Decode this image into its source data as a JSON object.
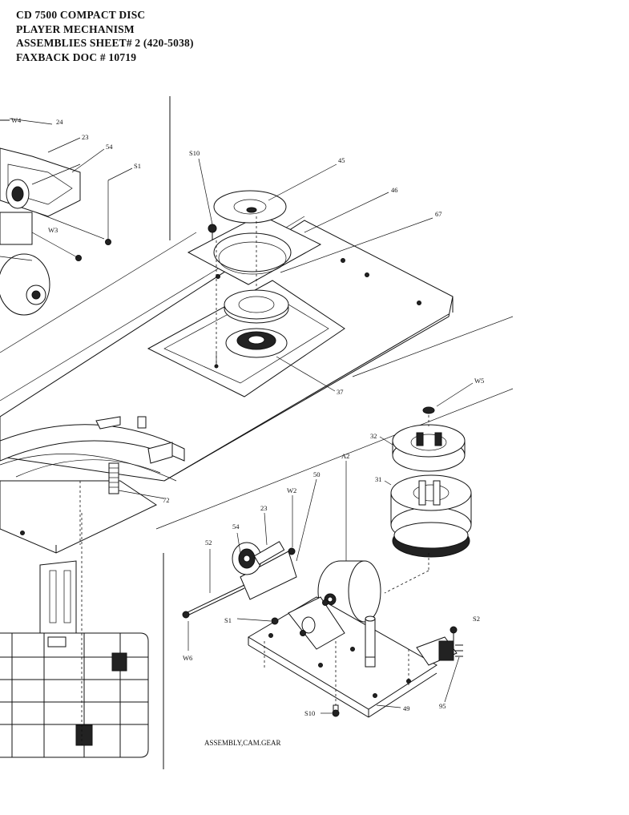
{
  "header": {
    "line1": "CD 7500 COMPACT DISC",
    "line2": "PLAYER MECHANISM",
    "line3": "ASSEMBLIES SHEET# 2  (420-5038)",
    "line4": "FAXBACK DOC # 10719"
  },
  "caption": "ASSEMBLY,CAM.GEAR",
  "labels": {
    "w4": "W4",
    "p24a": "24",
    "p23a": "23",
    "p54a": "54",
    "s1a": "S1",
    "w3": "W3",
    "s10a": "S10",
    "p45": "45",
    "p46": "46",
    "p67": "67",
    "p37": "37",
    "w5": "W5",
    "p32": "32",
    "p31": "31",
    "a2": "A2",
    "p50": "50",
    "w2": "W2",
    "p23b": "23",
    "p54b": "54",
    "p52": "52",
    "p72": "72",
    "s1b": "S1",
    "w6": "W6",
    "s2": "S2",
    "s10b": "S10",
    "p49": "49",
    "p95": "95"
  }
}
